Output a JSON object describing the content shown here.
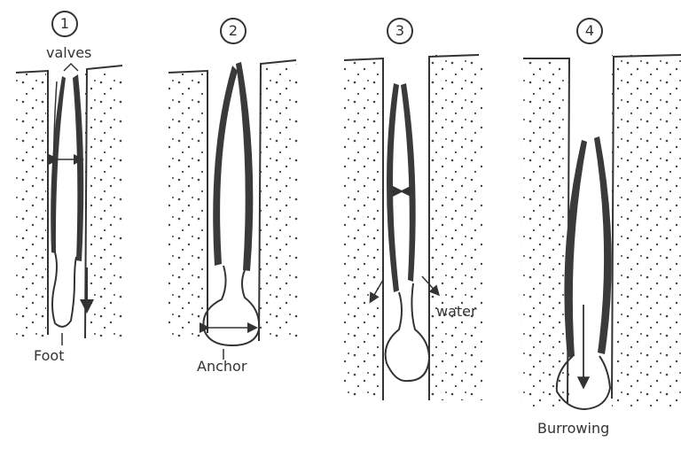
{
  "panels": [
    {
      "number": "1"
    },
    {
      "number": "2"
    },
    {
      "number": "3"
    },
    {
      "number": "4"
    }
  ],
  "labels": {
    "valves": "valves",
    "foot": "Foot",
    "anchor": "Anchor",
    "water": "water",
    "burrowing": "Burrowing"
  },
  "colors": {
    "ink": "#333333",
    "shell": "#3a3a3a",
    "background": "#ffffff"
  }
}
